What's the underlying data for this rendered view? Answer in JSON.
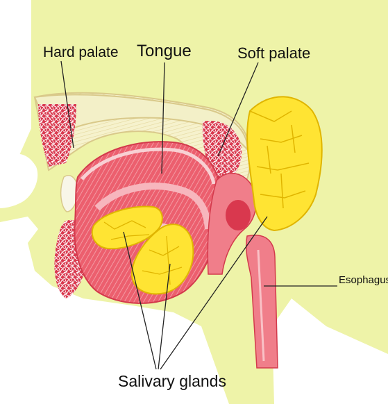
{
  "labels": {
    "hard_palate": "Hard palate",
    "tongue": "Tongue",
    "soft_palate": "Soft palate",
    "esophagus": "Esophagus",
    "salivary_glands": "Salivary glands"
  },
  "colors": {
    "background": "#ffffff",
    "skin": "#eef3a8",
    "bone": "#f3f0c8",
    "bone_outline": "#d9c98a",
    "tissue_red": "#d9384e",
    "tissue_pink": "#f07e8a",
    "tongue": "#ec5f6e",
    "muscle": "#f5a6ad",
    "gland_yellow": "#ffe433",
    "gland_outline": "#e0b500",
    "leader_line": "#222222"
  }
}
